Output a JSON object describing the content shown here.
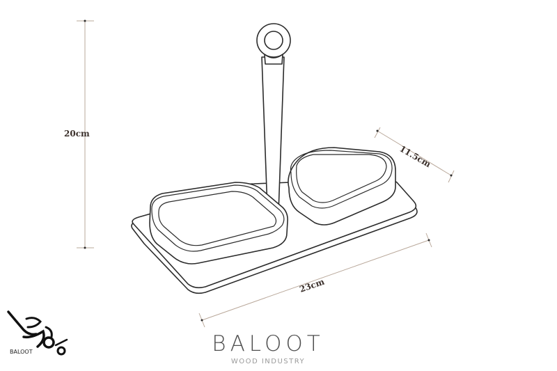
{
  "dimensions": {
    "height": "20cm",
    "depth": "11.5cm",
    "width": "23cm"
  },
  "brand": {
    "name": "BALOOT",
    "tagline": "WOOD INDUSTRY",
    "logo_caption": "BALOOT"
  },
  "colors": {
    "dimension_line": "#b9a89a",
    "outline": "#2b2b2b",
    "dimension_text": "#3a2f2a"
  }
}
